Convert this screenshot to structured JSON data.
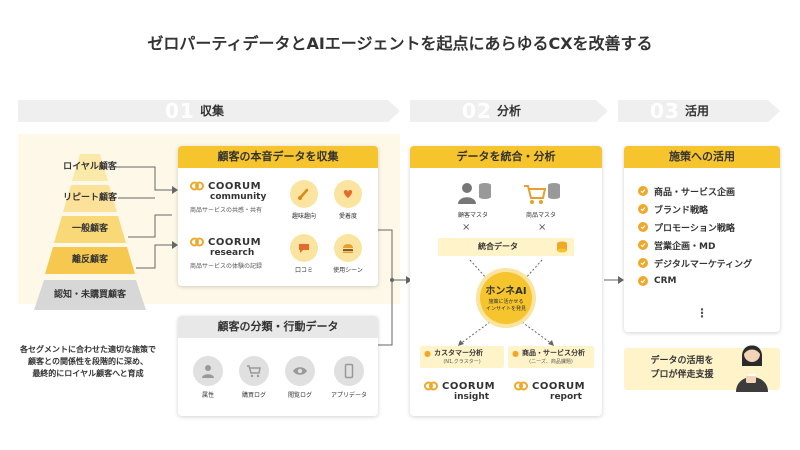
{
  "title": "ゼロパーティデータとAIエージェントを起点にあらゆるCXを改善する",
  "phases": [
    {
      "num": "01",
      "label": "収集"
    },
    {
      "num": "02",
      "label": "分析"
    },
    {
      "num": "03",
      "label": "活用"
    }
  ],
  "pyramid": {
    "levels": [
      "ロイヤル顧客",
      "リピート顧客",
      "一般顧客",
      "離反顧客",
      "認知・未購買顧客"
    ],
    "note_lines": [
      "各セグメントに合わせた適切な施策で",
      "顧客との関係性を段階的に深め、",
      "最終的にロイヤル顧客へと育成"
    ]
  },
  "collect_panel": {
    "header": "顧客の本音データを収集",
    "community": {
      "brand": "COORUM",
      "product": "community",
      "caption": "商品サービスの共感・共有"
    },
    "research": {
      "brand": "COORUM",
      "product": "research",
      "caption": "商品サービスの体験の記録"
    },
    "icons": [
      {
        "label": "趣味趣向",
        "icon": "paint-brush-icon"
      },
      {
        "label": "愛着度",
        "icon": "heart-hand-icon"
      },
      {
        "label": "口コミ",
        "icon": "chat-bubble-icon"
      },
      {
        "label": "使用シーン",
        "icon": "burger-icon"
      }
    ]
  },
  "behavior_panel": {
    "header": "顧客の分類・行動データ",
    "icons": [
      {
        "label": "属性",
        "icon": "person-icon"
      },
      {
        "label": "購買ログ",
        "icon": "cart-icon"
      },
      {
        "label": "閲覧ログ",
        "icon": "eye-icon"
      },
      {
        "label": "アプリデータ",
        "icon": "smartphone-icon"
      }
    ]
  },
  "analyze_panel": {
    "header": "データを統合・分析",
    "master_customer": "顧客マスタ",
    "master_product": "商品マスタ",
    "cross": "×",
    "integrated": "統合データ",
    "ai_title": "ホンネAI",
    "ai_sub_1": "施策に活かせる",
    "ai_sub_2": "インサイトを発見",
    "customer_analysis": {
      "title": "カスタマー分析",
      "sub": "(N1,クラスター)"
    },
    "product_analysis": {
      "title": "商品・サービス分析",
      "sub": "(ニーズ、商品課題)"
    },
    "insight": {
      "brand": "COORUM",
      "product": "insight"
    },
    "report": {
      "brand": "COORUM",
      "product": "report"
    }
  },
  "use_panel": {
    "header": "施策への活用",
    "items": [
      "商品・サービス企画",
      "ブランド戦略",
      "プロモーション戦略",
      "営業企画・MD",
      "デジタルマーケティング",
      "CRM"
    ],
    "more": "⋮",
    "support_lines": [
      "データの活用を",
      "プロが伴走支援"
    ]
  },
  "colors": {
    "accent": "#f6c42d",
    "orange": "#f0a82a",
    "bg": "#fdf8e8"
  }
}
